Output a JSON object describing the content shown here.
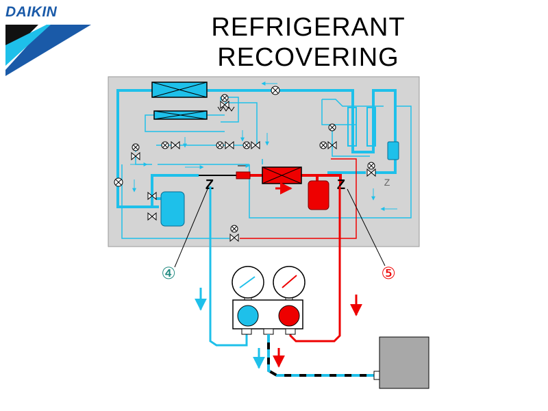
{
  "brand": {
    "logo_text": "DAIKIN"
  },
  "title": {
    "line1": "REFRIGERANT",
    "line2": "RECOVERING"
  },
  "callouts": {
    "left": "④",
    "right": "⑤"
  },
  "service_port_symbol": "Z",
  "colors": {
    "panel": "#d4d4d4",
    "low_pressure_line": "#1ec0ea",
    "high_pressure_line": "#ee0000",
    "recovery_cylinder": "#a8a8a8",
    "brand": "#1a5aa8",
    "callout": "#208a80"
  }
}
